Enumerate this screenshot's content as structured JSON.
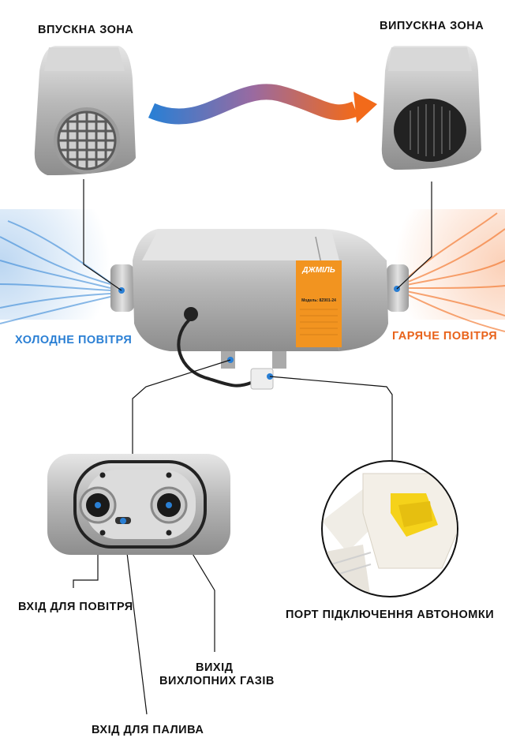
{
  "labels": {
    "intake_zone": "ВПУСКНА ЗОНА",
    "exhaust_zone": "ВИПУСКНА ЗОНА",
    "cold_air": "ХОЛОДНЕ ПОВІТРЯ",
    "hot_air": "ГАРЯЧЕ ПОВІТРЯ",
    "air_inlet": "ВХІД ДЛЯ ПОВІТРЯ",
    "exhaust_outlet_line1": "ВИХІД",
    "exhaust_outlet_line2": "ВИХЛОПНИХ ГАЗІВ",
    "fuel_inlet": "ВХІД ДЛЯ ПАЛИВА",
    "control_port": "ПОРТ ПІДКЛЮЧЕННЯ АВТОНОМКИ"
  },
  "device_plate": {
    "brand": "ДЖМІЛЬ",
    "model": "Модель: 8Z001-24"
  },
  "colors": {
    "cold": "#2a7fd4",
    "hot": "#e8621a",
    "plate": "#f29420",
    "connector": "#f5d21a"
  }
}
